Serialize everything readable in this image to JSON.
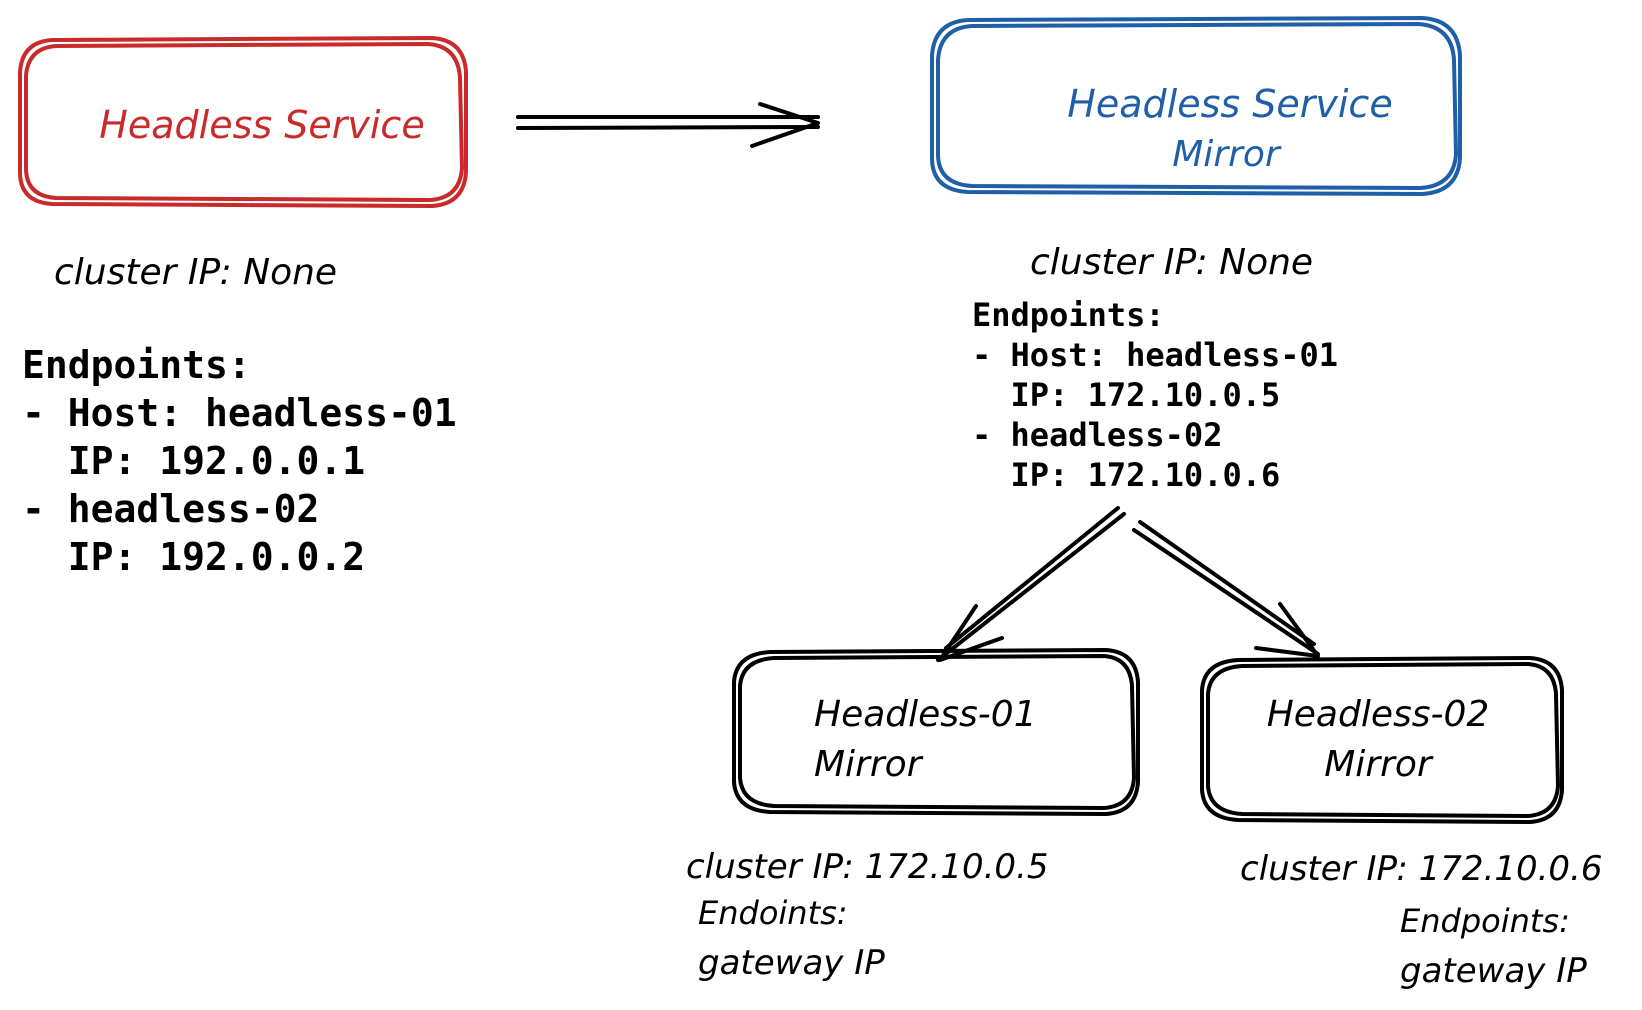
{
  "colors": {
    "source_box": "#c92a2a",
    "mirror_box": "#1f5fa8",
    "ink": "#000000"
  },
  "source_service": {
    "title": "Headless Service",
    "cluster_ip": "cluster IP: None",
    "endpoints": {
      "heading": "Endpoints:",
      "lines": [
        "- Host: headless-01",
        "  IP: 192.0.0.1",
        "- headless-02",
        "  IP: 192.0.0.2"
      ]
    }
  },
  "mirror_service": {
    "title_line1": "Headless Service",
    "title_line2": "Mirror",
    "cluster_ip": "cluster IP: None",
    "endpoints": {
      "heading": "Endpoints:",
      "lines": [
        "- Host: headless-01",
        "  IP: 172.10.0.5",
        "- headless-02",
        "  IP: 172.10.0.6"
      ]
    }
  },
  "endpoint_mirrors": [
    {
      "title_line1": "Headless-01",
      "title_line2": "Mirror",
      "cluster_ip": "cluster IP: 172.10.0.5",
      "endpoints_heading": "Endoints:",
      "endpoints_value": "gateway IP"
    },
    {
      "title_line1": "Headless-02",
      "title_line2": "Mirror",
      "cluster_ip": "cluster IP: 172.10.0.6",
      "endpoints_heading": "Endpoints:",
      "endpoints_value": "gateway IP"
    }
  ]
}
